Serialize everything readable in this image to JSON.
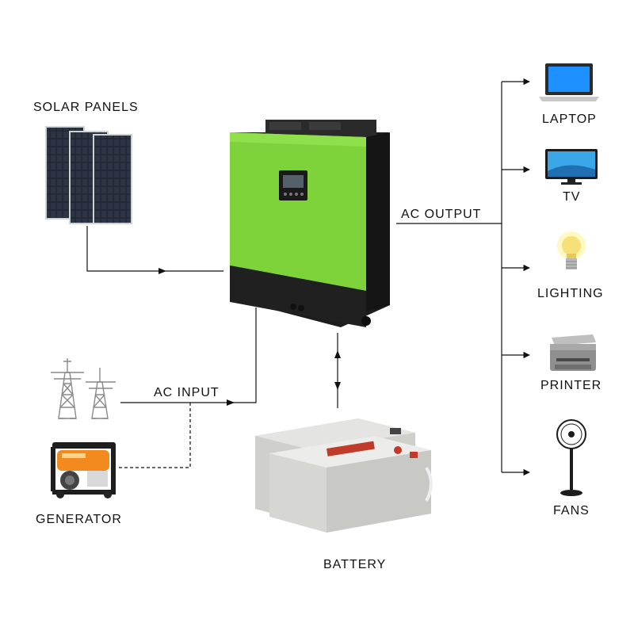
{
  "labels": {
    "solar_panels": "SOLAR PANELS",
    "ac_output": "AC OUTPUT",
    "ac_input": "AC INPUT",
    "generator": "GENERATOR",
    "battery": "BATTERY",
    "laptop": "LAPTOP",
    "tv": "TV",
    "lighting": "LIGHTING",
    "printer": "PRINTER",
    "fans": "FANS"
  },
  "colors": {
    "inverter_green": "#7ed23a",
    "inverter_body": "#1e1e1e",
    "wire": "#111111",
    "battery_body": "#d9d9d6",
    "generator_orange": "#f28a1e"
  }
}
